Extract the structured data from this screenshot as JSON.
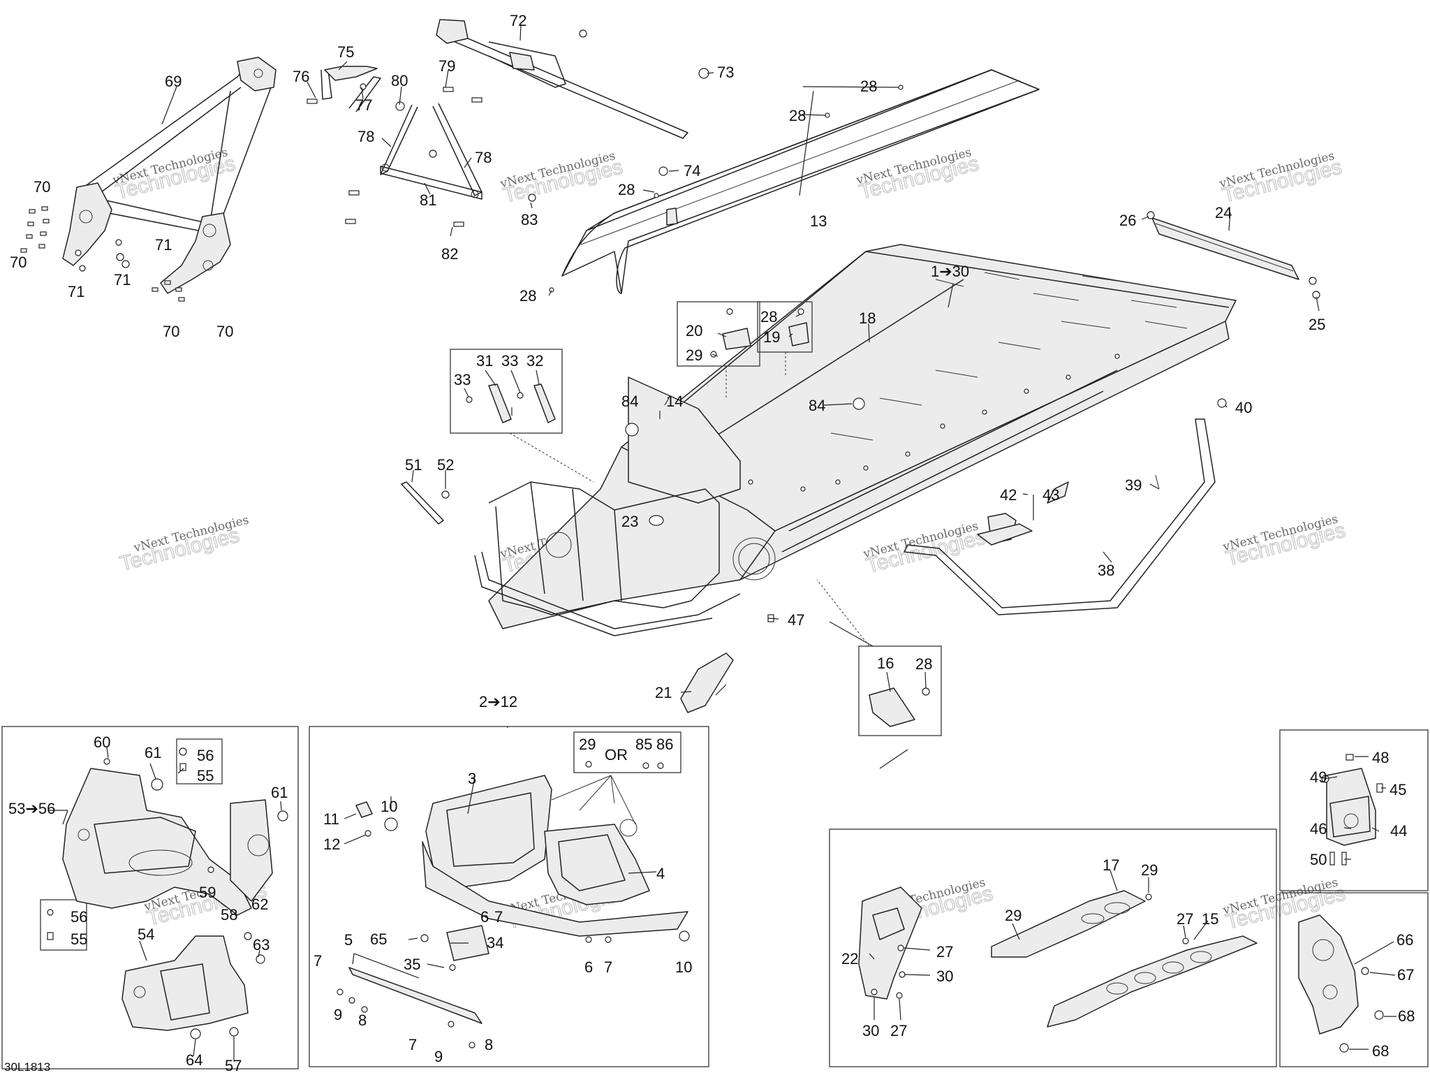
{
  "drawing_code": "30L1813",
  "watermark": {
    "line1": "vNext Technologies",
    "line2": "Technologies"
  },
  "callouts": {
    "r1_30": "1➔30",
    "r2_12": "2➔12",
    "r53_56": "53➔56",
    "or_text": "OR",
    "n3": "3",
    "n4": "4",
    "n5": "5",
    "n6a": "6",
    "n6b": "6",
    "n7a": "7",
    "n7b": "7",
    "n7c": "7",
    "n7d": "7",
    "n8a": "8",
    "n8b": "8",
    "n9a": "9",
    "n9b": "9",
    "n10a": "10",
    "n10b": "10",
    "n11": "11",
    "n12": "12",
    "n13": "13",
    "n14": "14",
    "n15": "15",
    "n16": "16",
    "n17": "17",
    "n18": "18",
    "n19": "19",
    "n20": "20",
    "n21": "21",
    "n22": "22",
    "n23": "23",
    "n24": "24",
    "n25": "25",
    "n26": "26",
    "n27a": "27",
    "n27b": "27",
    "n27c": "27",
    "n28a": "28",
    "n28b": "28",
    "n28c": "28",
    "n28d": "28",
    "n28e": "28",
    "n28f": "28",
    "n29a": "29",
    "n29b": "29",
    "n29c": "29",
    "n29d": "29",
    "n30a": "30",
    "n30b": "30",
    "n31": "31",
    "n32": "32",
    "n33a": "33",
    "n33b": "33",
    "n34": "34",
    "n35": "35",
    "n38": "38",
    "n39": "39",
    "n40": "40",
    "n42": "42",
    "n43": "43",
    "n44": "44",
    "n45": "45",
    "n46": "46",
    "n47": "47",
    "n48": "48",
    "n49": "49",
    "n50": "50",
    "n51": "51",
    "n52": "52",
    "n54": "54",
    "n55a": "55",
    "n55b": "55",
    "n56a": "56",
    "n56b": "56",
    "n57": "57",
    "n58": "58",
    "n59": "59",
    "n60": "60",
    "n61a": "61",
    "n61b": "61",
    "n62": "62",
    "n63": "63",
    "n64": "64",
    "n65": "65",
    "n66": "66",
    "n67": "67",
    "n68a": "68",
    "n68b": "68",
    "n69": "69",
    "n70a": "70",
    "n70b": "70",
    "n70c": "70",
    "n70d": "70",
    "n71a": "71",
    "n71b": "71",
    "n71c": "71",
    "n72": "72",
    "n73": "73",
    "n74": "74",
    "n75": "75",
    "n76": "76",
    "n77": "77",
    "n78a": "78",
    "n78b": "78",
    "n79": "79",
    "n80": "80",
    "n81": "81",
    "n82": "82",
    "n83": "83",
    "n84a": "84",
    "n84b": "84",
    "n85": "85",
    "n86": "86"
  }
}
